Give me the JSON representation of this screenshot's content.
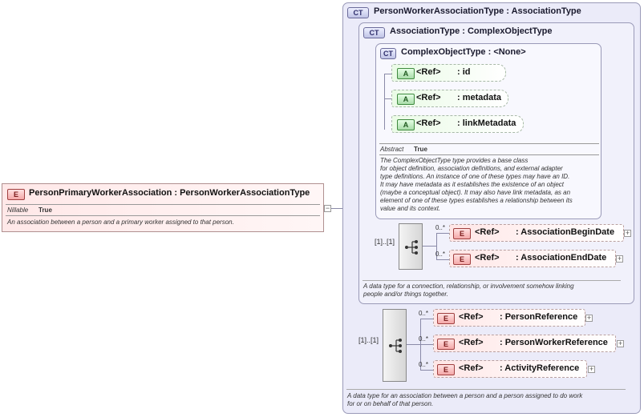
{
  "root_element": {
    "badge": "E",
    "title": "PersonPrimaryWorkerAssociation : PersonWorkerAssociationType",
    "nillable_label": "Nillable",
    "nillable_value": "True",
    "description": "An association between a person and a primary worker assigned to that person."
  },
  "outer_type": {
    "badge": "CT",
    "title": "PersonWorkerAssociationType : AssociationType",
    "description": "A data type for an association between a person and a person assigned to do work\nfor or on behalf of that person.",
    "multiplicity": "[1]..[1]",
    "elements": [
      {
        "badge": "E",
        "ref": "<Ref>",
        "name": ": PersonReference",
        "occurs": "0..*"
      },
      {
        "badge": "E",
        "ref": "<Ref>",
        "name": ": PersonWorkerReference",
        "occurs": "0..*"
      },
      {
        "badge": "E",
        "ref": "<Ref>",
        "name": ": ActivityReference",
        "occurs": "0..*"
      }
    ]
  },
  "association_type": {
    "badge": "CT",
    "title": "AssociationType : ComplexObjectType",
    "description": "A data type for a connection, relationship, or involvement somehow linking\npeople and/or things together.",
    "multiplicity": "[1]..[1]",
    "elements": [
      {
        "badge": "E",
        "ref": "<Ref>",
        "name": ": AssociationBeginDate",
        "occurs": "0..*"
      },
      {
        "badge": "E",
        "ref": "<Ref>",
        "name": ": AssociationEndDate",
        "occurs": "0..*"
      }
    ]
  },
  "complex_object_type": {
    "badge": "CT",
    "title": "ComplexObjectType : <None>",
    "attributes": [
      {
        "badge": "A",
        "ref": "<Ref>",
        "name": ": id"
      },
      {
        "badge": "A",
        "ref": "<Ref>",
        "name": ": metadata"
      },
      {
        "badge": "A",
        "ref": "<Ref>",
        "name": ": linkMetadata"
      }
    ],
    "abstract_label": "Abstract",
    "abstract_value": "True",
    "description": "The ComplexObjectType type provides a base class\nfor object definition, association definitions, and external adapter\ntype definitions. An instance of one of these types may have an ID.\nIt may have metadata as it establishes the existence of an object\n(maybe a conceptual object). It may also have link metadata, as an\nelement of one of these types establishes a relationship between its\nvalue and its context."
  },
  "collapse_symbol": "−",
  "expand_symbol": "+"
}
